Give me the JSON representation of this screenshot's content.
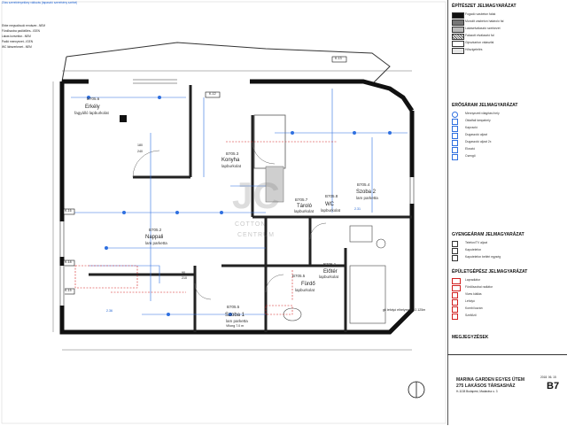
{
  "meta": {
    "header_note": "Zöss szerelvényekkey változás"
  },
  "rooms": [
    {
      "id": "B705.6",
      "name": "Erkély",
      "floor": "fagyálló lapburkolat"
    },
    {
      "id": "B705.2",
      "name": "Nappali",
      "floor": "lam parketta"
    },
    {
      "id": "B705.3",
      "name": "Konyha",
      "floor": "lapburkolat"
    },
    {
      "id": "B705.4",
      "name": "Szoba 2",
      "floor": "lam parketta"
    },
    {
      "id": "B705.7",
      "name": "Tároló",
      "floor": "lapburkolat"
    },
    {
      "id": "B705.8",
      "name": "WC",
      "floor": "lapburkolat"
    },
    {
      "id": "B705.1",
      "name": "Előtér",
      "floor": "lapburkolat"
    },
    {
      "id": "B705.5",
      "name": "Fürdő",
      "floor": "lapburkolat"
    },
    {
      "id": "B705.5",
      "name": "Szoba 1",
      "floor": "lam parketta"
    }
  ],
  "annotations": {
    "k12": "K-12",
    "k13": "K-13",
    "k13b": "K-13",
    "k16": "K-16",
    "k18": "K-18",
    "k15": "K-15",
    "dim_180": "180",
    "dim_240": "240",
    "dim_90": "90",
    "dim_210": "210",
    "dim_236": "2.36",
    "dim_231": "2.31",
    "vfiong": "Vfiong 7.0 m",
    "vfiong2": "Vfiong 7.0 m",
    "ref": "gk lefolyó elhelyezés +2.125m",
    "wm_big": "JC",
    "wm_line1": "COTTON",
    "wm_line2": "CENTRUM"
  },
  "legend": {
    "title1": "ÉPÍTÉSZET JELMAGYARÁZAT",
    "items1": [
      "Fogadó vasbeton falak",
      "Monolit vasbeton határoló fal",
      "Lakáselválasztó szerkezet",
      "Falazott elválasztó fal",
      "Gipszkarton válaszfal",
      "Hőszigetelés"
    ],
    "title2": "ERŐSÁRAM JELMAGYARÁZAT",
    "items2": [
      "Mennyezeti világítási hely",
      "Oldalfali lámpahely",
      "Kapcsoló",
      "Dugaszoló aljzat",
      "Dugaszoló aljzat 2x",
      "Elosztó",
      "Csengő"
    ],
    "title3": "GYENGEÁRAM JELMAGYARÁZAT",
    "items3": [
      "Telefon/TV aljzat",
      "Kaputelefon",
      "Kaputelefon beltéri egység"
    ],
    "title4": "ÉPÜLETGÉPÉSZ JELMAGYARÁZAT",
    "items4": [
      "Lapradiátor",
      "Fürdőszobai radiátor",
      "Vizes kiállás",
      "Lefolyó",
      "Kombi kazán",
      "Szellőző"
    ],
    "title5": "MEGJEGYZÉSEK"
  },
  "titleblock": {
    "project": "MARINA GARDEN EGYES ÜTEM",
    "company": "275 LAKÁSOS TÁRSASHÁZ",
    "address": "H-1138 Budapest, Madarász u. 3",
    "code": "B7",
    "date": "2018. 06. 15"
  },
  "topleft": {
    "title": "Zöss szerelvényekkey változás (tapasztó szerelvény szélné)",
    "rows": [
      "Ebbe megvalósuló rendszer...NEM",
      "Fürdőszoba padlófűtés...IGEN",
      "Lakás konvektor...NEM",
      "Padló mennyezet...IGEN",
      "WC lábszerkezet...NEM"
    ]
  }
}
